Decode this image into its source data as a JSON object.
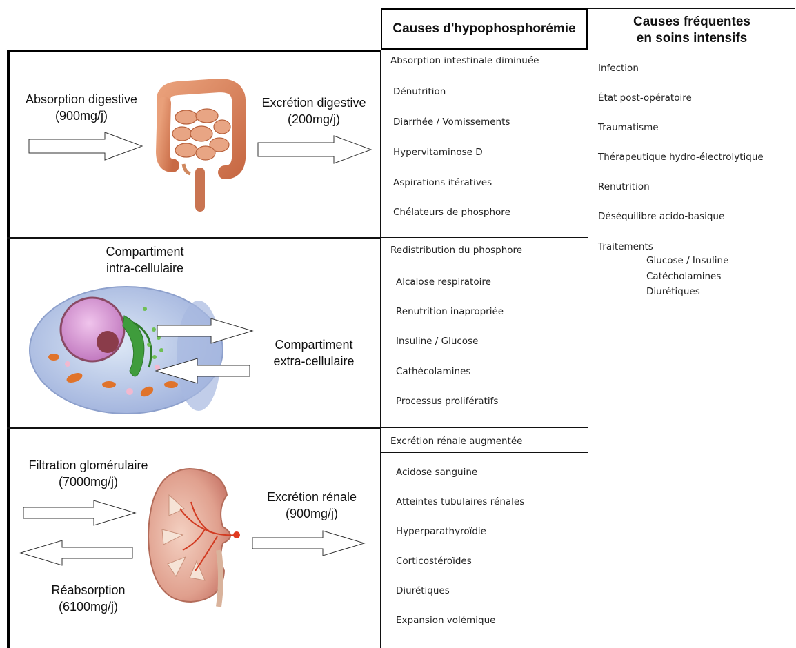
{
  "headers": {
    "causes": "Causes d'hypophosphorémie",
    "frequent_line1": "Causes fréquentes",
    "frequent_line2": "en soins intensifs"
  },
  "panel_digestive": {
    "absorption_label": "Absorption digestive",
    "absorption_value": "(900mg/j)",
    "excretion_label": "Excrétion digestive",
    "excretion_value": "(200mg/j)"
  },
  "panel_cell": {
    "intra_line1": "Compartiment",
    "intra_line2": "intra-cellulaire",
    "extra_line1": "Compartiment",
    "extra_line2": "extra-cellulaire"
  },
  "panel_kidney": {
    "filtration_label": "Filtration glomérulaire",
    "filtration_value": "(7000mg/j)",
    "excretion_label": "Excrétion rénale",
    "excretion_value": "(900mg/j)",
    "reabsorption_label": "Réabsorption",
    "reabsorption_value": "(6100mg/j)"
  },
  "causes": {
    "section1": {
      "title": "Absorption intestinale diminuée",
      "items": [
        "Dénutrition",
        "Diarrhée / Vomissements",
        "Hypervitaminose D",
        "Aspirations itératives",
        "Chélateurs de phosphore"
      ]
    },
    "section2": {
      "title": "Redistribution du phosphore",
      "items": [
        "Alcalose respiratoire",
        "Renutrition inapropriée",
        "Insuline / Glucose",
        "Cathécolamines",
        "Processus prolifératifs"
      ]
    },
    "section3": {
      "title": "Excrétion rénale augmentée",
      "items": [
        "Acidose sanguine",
        "Atteintes tubulaires rénales",
        "Hyperparathyroïdie",
        "Corticostéroïdes",
        "Diurétiques",
        "Expansion volémique"
      ]
    }
  },
  "frequent": {
    "items": [
      "Infection",
      "État post-opératoire",
      "Traumatisme",
      "Thérapeutique hydro-électrolytique",
      "Renutrition",
      "Déséquilibre acido-basique",
      "Traitements"
    ],
    "sub_items": [
      "Glucose / Insuline",
      "Catécholamines",
      "Diurétiques"
    ]
  },
  "icons": [
    "intestine-illustration",
    "cell-illustration",
    "kidney-illustration",
    "arrow-right-icon",
    "arrow-left-icon"
  ]
}
